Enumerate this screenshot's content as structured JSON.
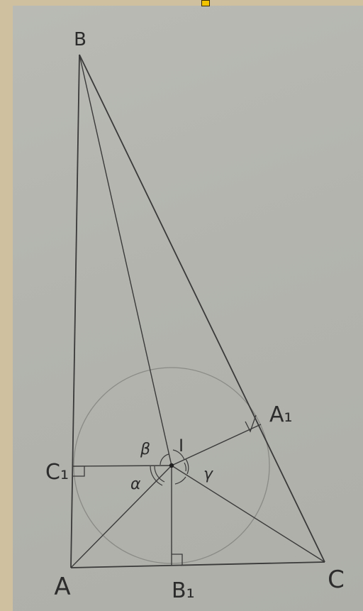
{
  "points": {
    "B": "B",
    "A": "A",
    "C": "C",
    "A1": "A₁",
    "B1": "B₁",
    "C1": "C₁",
    "I": "I"
  },
  "angles": {
    "alpha": "α",
    "beta": "β",
    "gamma": "γ"
  },
  "colors": {
    "pencil": "#3a3a3a",
    "paper": "#b4b5af",
    "marker": "#f2c400"
  }
}
